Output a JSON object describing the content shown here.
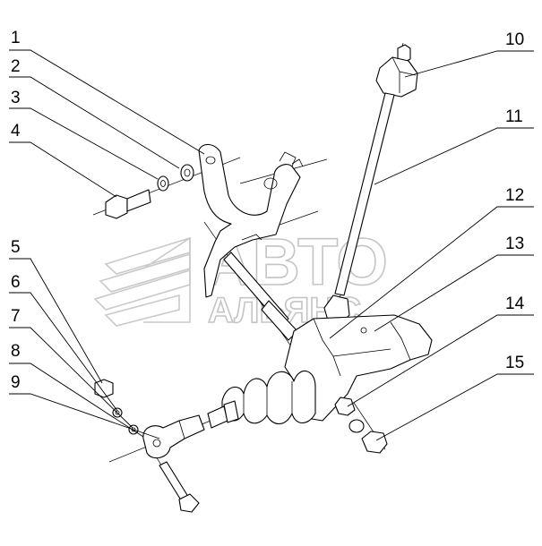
{
  "callouts": [
    "1",
    "2",
    "3",
    "4",
    "5",
    "6",
    "7",
    "8",
    "9",
    "10",
    "11",
    "12",
    "13",
    "14",
    "15"
  ],
  "watermark": {
    "line1": "АВТО",
    "line2": "АЛЬЯНС"
  },
  "colors": {
    "ink": "#000000",
    "watermark": "#c4c4c4",
    "background": "#ffffff"
  }
}
